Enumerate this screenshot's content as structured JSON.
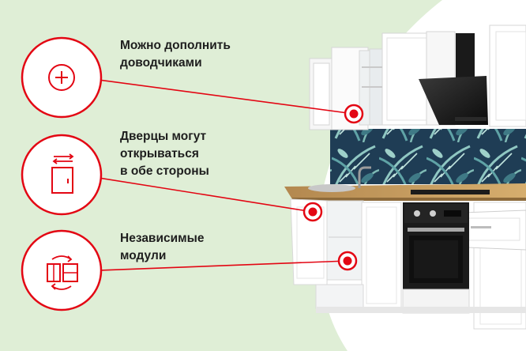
{
  "features": [
    {
      "label": "Можно дополнить\nдоводчиками",
      "icon": "plus-circle-icon"
    },
    {
      "label": "Дверцы могут\nоткрываться\nв обе стороны",
      "icon": "door-open-both-sides-icon"
    },
    {
      "label": "Независимые\nмодули",
      "icon": "independent-modules-icon"
    }
  ],
  "colors": {
    "accent": "#e30613",
    "background_green": "#dfeed6",
    "text": "#1e1e1e"
  },
  "photo": {
    "subject": "white kitchen set with tropical leaf backsplash, black hood and black oven"
  }
}
